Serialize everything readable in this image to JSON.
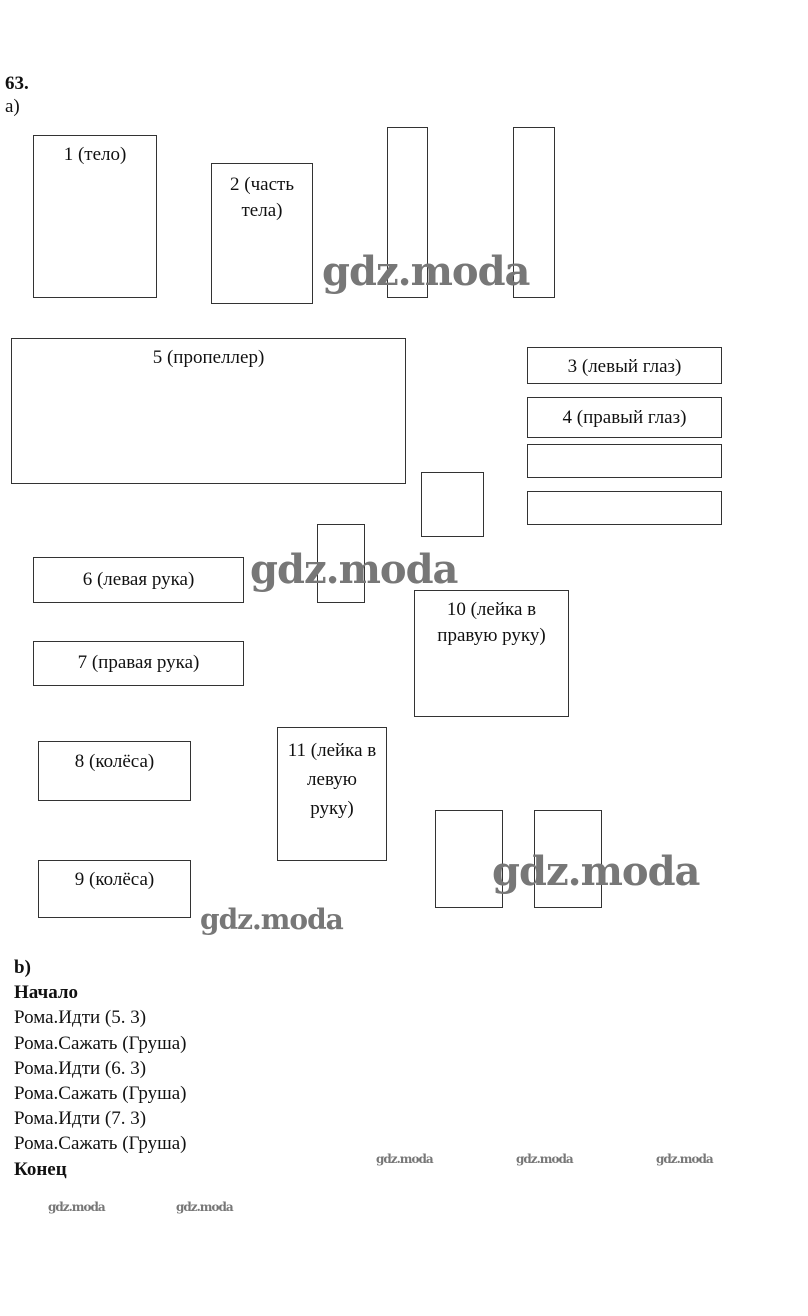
{
  "problem_number": "63.",
  "part_a_label": "a)",
  "boxes": {
    "b1": "1 (тело)",
    "b2": "2 (часть тела)",
    "b3": "3 (левый глаз)",
    "b4": "4 (правый глаз)",
    "b5": "5 (пропеллер)",
    "b6": "6 (левая рука)",
    "b7": "7 (правая рука)",
    "b8": "8 (колёса)",
    "b9": "9 (колёса)",
    "b10": "10 (лейка в правую руку)",
    "b11": "11 (лейка в левую руку)"
  },
  "part_b": {
    "label": "b)",
    "start": "Начало",
    "lines": [
      "Рома.Идти (5. 3)",
      "Рома.Сажать (Груша)",
      "Рома.Идти (6. 3)",
      "Рома.Сажать (Груша)",
      "Рома.Идти (7. 3)",
      "Рома.Сажать (Груша)"
    ],
    "end": "Конец"
  },
  "watermark": "gdz.moda"
}
